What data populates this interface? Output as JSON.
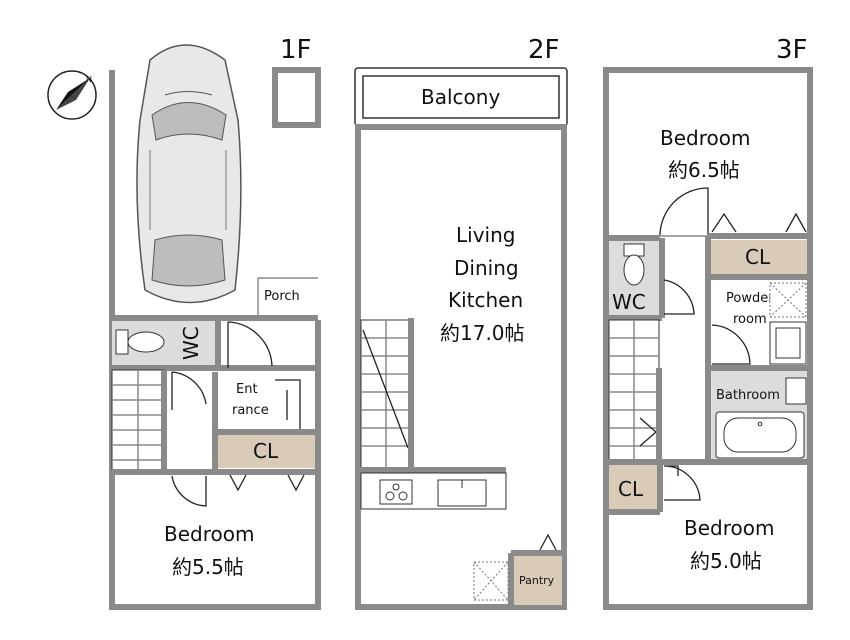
{
  "floors": {
    "f1": {
      "title": "1F",
      "porch": "Porch",
      "wc": "WC",
      "entrance_line1": "Ent",
      "entrance_line2": "rance",
      "closet": "CL",
      "bedroom_name": "Bedroom",
      "bedroom_size": "約5.5帖"
    },
    "f2": {
      "title": "2F",
      "balcony": "Balcony",
      "ldk_line1": "Living",
      "ldk_line2": "Dining",
      "ldk_line3": "Kitchen",
      "ldk_size": "約17.0帖",
      "pantry": "Pantry"
    },
    "f3": {
      "title": "3F",
      "bedroom1_name": "Bedroom",
      "bedroom1_size": "約6.5帖",
      "closet1": "CL",
      "wc": "WC",
      "powder_line1": "Powder",
      "powder_line2": "room",
      "bathroom": "Bathroom",
      "closet2": "CL",
      "bedroom2_name": "Bedroom",
      "bedroom2_size": "約5.0帖"
    }
  },
  "colors": {
    "wall": "#8a8a8a",
    "closet_fill": "#d9cbb8",
    "wet_area_fill": "#dcdcdc"
  }
}
